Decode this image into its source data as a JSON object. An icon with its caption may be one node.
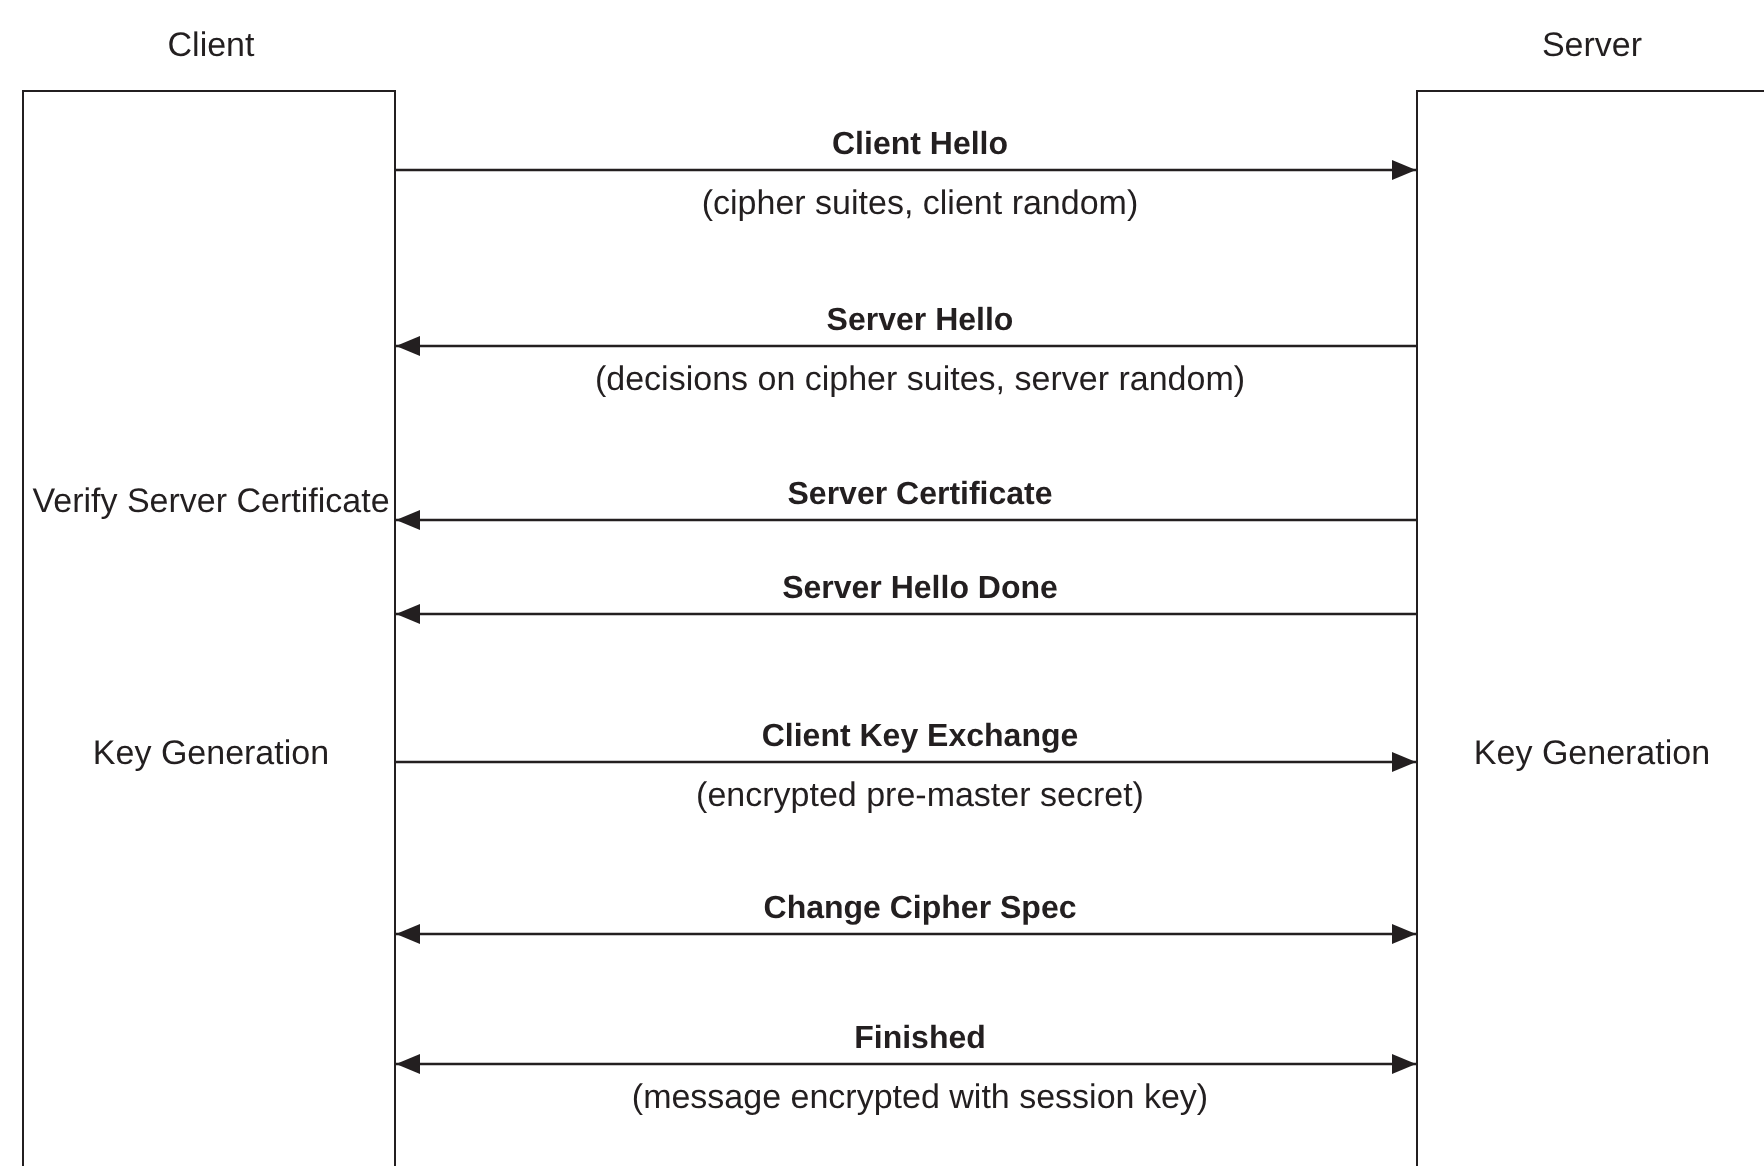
{
  "diagram": {
    "nodes": [
      {
        "text": [
          "Client",
          "Verify Server Certificate",
          "Key Generation"
        ]
      },
      {
        "text": [
          "Server",
          "Key Generation"
        ]
      }
    ],
    "edges": [
      {
        "from": 0,
        "to": 1,
        "arrow": "to",
        "label": "Client Hello"
      },
      {
        "from": 1,
        "to": 0,
        "arrow": "to",
        "label": "Server Hello"
      },
      {
        "from": 1,
        "to": 0,
        "arrow": "to",
        "label": "Server Certificate"
      },
      {
        "from": 1,
        "to": 0,
        "arrow": "to",
        "label": "Server Hello Done"
      },
      {
        "from": 0,
        "to": 1,
        "arrow": "to",
        "label": "Client Key Exchange"
      },
      {
        "from": 0,
        "to": 1,
        "arrow": "both",
        "label": "Change Cipher Spec"
      },
      {
        "from": 0,
        "to": 1,
        "arrow": "both",
        "label": "Finished"
      }
    ],
    "labels": [
      "(cipher suites, client random)",
      "(decisions on cipher suites, server random)",
      "(encrypted pre-master secret)",
      "(message encrypted with session key)"
    ]
  }
}
